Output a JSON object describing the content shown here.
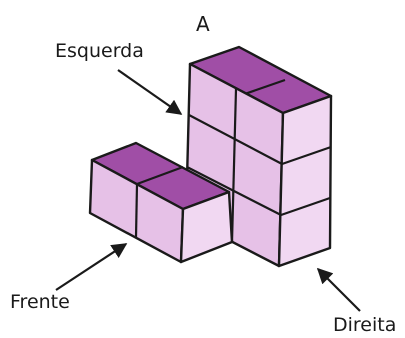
{
  "labels": {
    "top": "A",
    "left": "Esquerda",
    "front": "Frente",
    "right": "Direita"
  },
  "colors": {
    "top_face": "#a04ea6",
    "front_face": "#e6c1e7",
    "right_face": "#f1d8f2",
    "edge": "#1a1a1a",
    "arrow": "#1a1a1a"
  }
}
